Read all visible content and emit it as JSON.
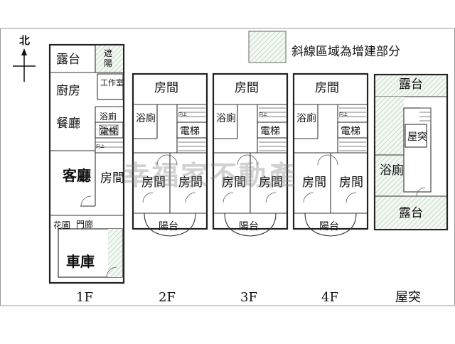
{
  "compass": {
    "north_label": "北"
  },
  "legend": {
    "text": "斜線區域為增建部分",
    "hatch_color": "#a8c8a8"
  },
  "watermark": {
    "text": "幸福家不動產"
  },
  "colors": {
    "wall": "#222222",
    "hatch": "#a8c8a8"
  },
  "floors": {
    "f1": {
      "label": "1F",
      "rooms": {
        "terrace": "露台",
        "sunshade": "遮陽",
        "kitchen": "廚房",
        "workroom": "工作室",
        "dining": "餐廳",
        "bathroom": "浴廁",
        "elevator": "電梯",
        "living": "客廳",
        "bedroom": "房間",
        "garden": "花圃",
        "porch": "門廊",
        "garage": "車庫"
      }
    },
    "f2": {
      "label": "2F",
      "rooms": {
        "room_north": "房間",
        "bathroom": "浴廁",
        "elevator": "電梯",
        "room_sw": "房間",
        "room_se": "房間",
        "balcony": "陽台"
      }
    },
    "f3": {
      "label": "3F",
      "rooms": {
        "room_north": "房間",
        "bathroom": "浴廁",
        "elevator": "電梯",
        "room_sw": "房間",
        "room_se": "房間",
        "balcony": "陽台"
      }
    },
    "f4": {
      "label": "4F",
      "rooms": {
        "room_north": "房間",
        "bathroom": "浴廁",
        "elevator": "電梯",
        "room_sw": "房間",
        "room_se": "房間",
        "balcony": "陽台"
      }
    },
    "roof": {
      "label": "屋突",
      "rooms": {
        "terrace_north": "露台",
        "rooftop": "屋突",
        "bathroom": "浴廁",
        "terrace_south": "露台"
      }
    }
  },
  "stair_marks": {
    "up": "向上"
  }
}
